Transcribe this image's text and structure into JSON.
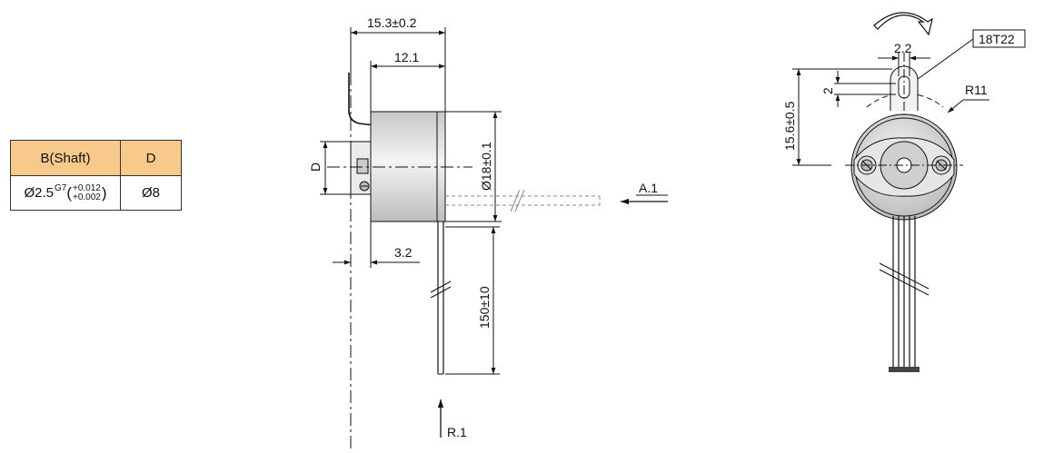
{
  "spec_table": {
    "headers": [
      "B(Shaft)",
      "D"
    ],
    "row": {
      "shaft_base": "Ø2.5",
      "shaft_fit": "G7",
      "shaft_tol_upper": "+0.012",
      "shaft_tol_lower": "+0.002",
      "d_value": "Ø8"
    }
  },
  "side_view": {
    "overall_length": "15.3±0.2",
    "body_length": "12.1",
    "diameter": "Ø18±0.1",
    "d_label": "D",
    "flange_offset": "3.2",
    "lead_length": "150±10",
    "cable_callout": "A.1",
    "reference_callout": "R.1"
  },
  "front_view": {
    "part_code": "18T22",
    "tab_width": "2.2",
    "tab_hole": "2",
    "height": "15.6±0.5",
    "radius": "R11"
  },
  "colors": {
    "table_header": "#f7c98a",
    "line": "#111111",
    "body_fill": "#dcdcdc"
  }
}
